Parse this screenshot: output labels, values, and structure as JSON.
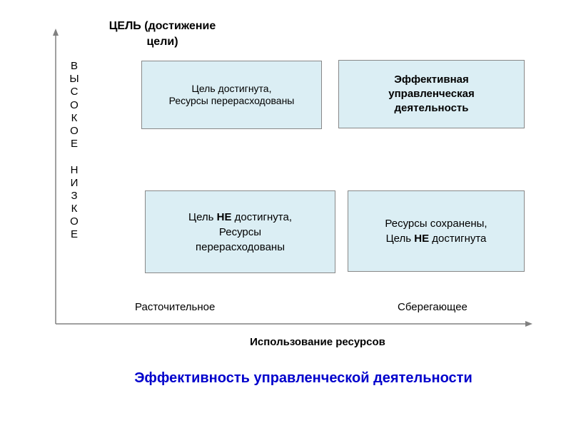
{
  "y_axis": {
    "title_line1": "ЦЕЛЬ (достижение",
    "title_line2": "цели)",
    "high_letters": [
      "В",
      "Ы",
      "С",
      "О",
      "К",
      "О",
      "Е"
    ],
    "low_letters": [
      "Н",
      "И",
      "З",
      "К",
      "О",
      "Е"
    ]
  },
  "quadrants": {
    "top_left": {
      "line1": "Цель достигнута,",
      "line2": "Ресурсы перерасходованы"
    },
    "top_right": {
      "line1": "Эффективная",
      "line2": "управленческая",
      "line3": "деятельность"
    },
    "bottom_left": {
      "line1_pre": "Цель ",
      "line1_bold": "НЕ",
      "line1_post": " достигнута,",
      "line2": "Ресурсы",
      "line3": "перерасходованы"
    },
    "bottom_right": {
      "line1": "Ресурсы сохранены,",
      "line2_pre": "Цель ",
      "line2_bold": "НЕ",
      "line2_post": " достигнута"
    }
  },
  "x_axis": {
    "left_label": "Расточительное",
    "right_label": "Сберегающее",
    "title": "Использование ресурсов"
  },
  "title": "Эффективность управленческой деятельности",
  "colors": {
    "box_fill": "#dbeef4",
    "box_border": "#888888",
    "title_color": "#0000cc",
    "axis_color": "#808080"
  }
}
